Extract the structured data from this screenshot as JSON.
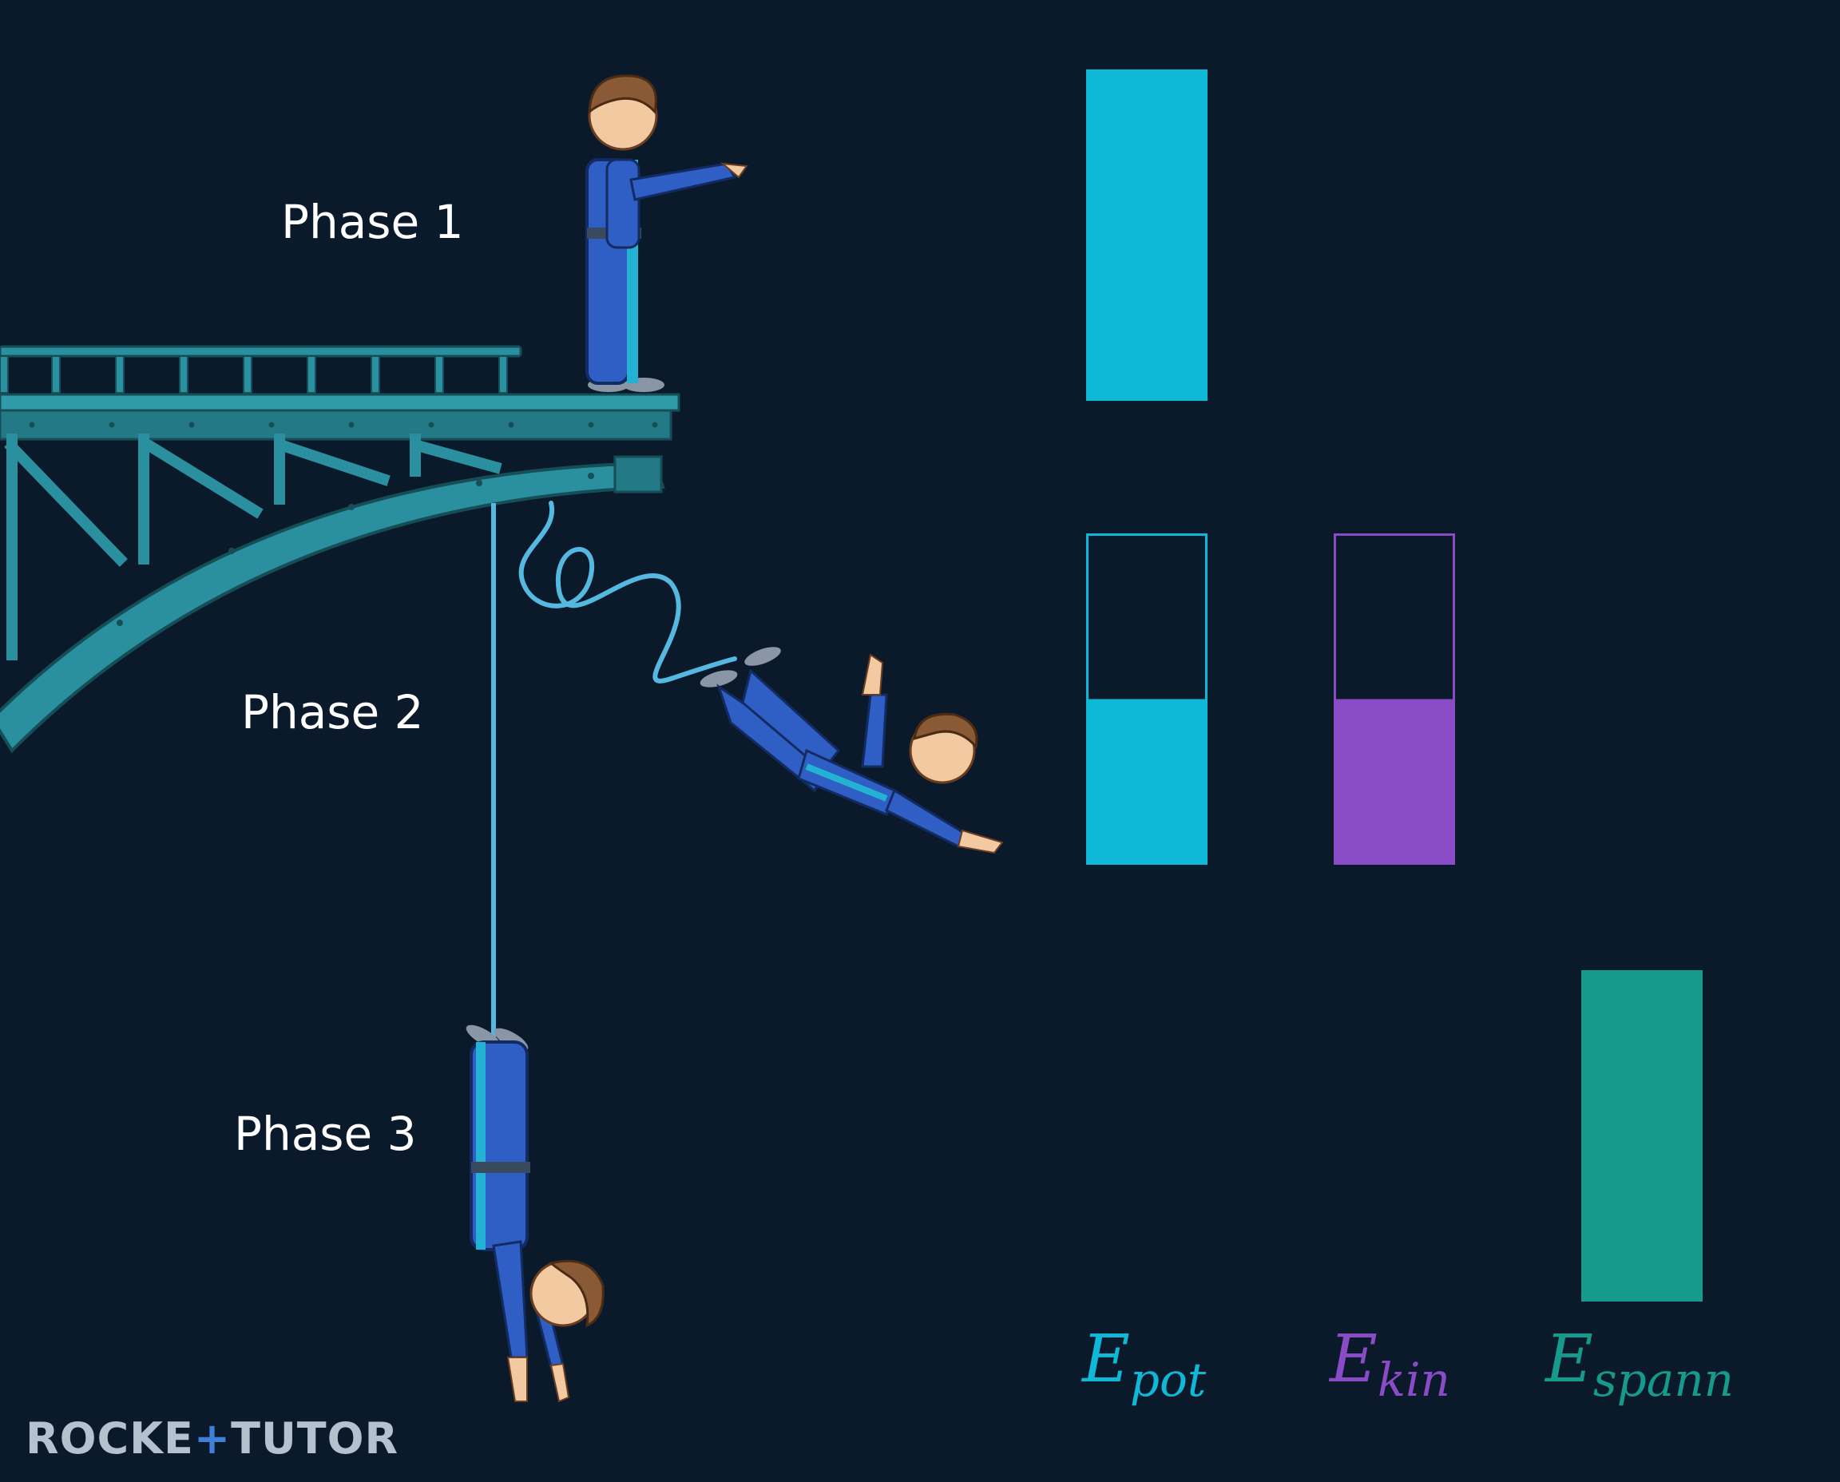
{
  "phases": {
    "p1": "Phase 1",
    "p2": "Phase 2",
    "p3": "Phase 3"
  },
  "energy_labels": {
    "pot_main": "E",
    "pot_sub": "pot",
    "kin_main": "E",
    "kin_sub": "kin",
    "spann_main": "E",
    "spann_sub": "spann"
  },
  "energy_levels": {
    "phase1": {
      "pot": 1.0,
      "kin": 0.0,
      "spann": 0.0
    },
    "phase2": {
      "pot": 0.5,
      "kin": 0.5,
      "spann": 0.0
    },
    "phase3": {
      "pot": 0.0,
      "kin": 0.0,
      "spann": 1.0
    }
  },
  "colors": {
    "background": "#0b1a2b",
    "pot": "#0fb8d6",
    "kin": "#8a4bc6",
    "spann": "#159a8c",
    "bridge": "#2a8f9e",
    "suit": "#2f5fc4",
    "suit_stripe": "#24b2d4"
  },
  "logo": {
    "part1": "ROCKE",
    "plus": "+",
    "part2": "TUTOR"
  }
}
